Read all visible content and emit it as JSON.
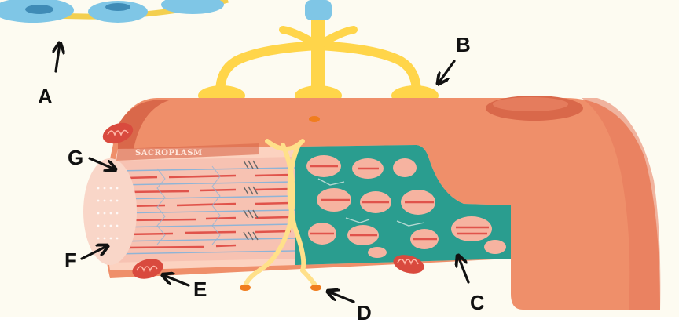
{
  "labels": {
    "a": "A",
    "b": "B",
    "c": "C",
    "d": "D",
    "e": "E",
    "f": "F",
    "g": "G"
  },
  "region_labels": {
    "sarcoplasm": "SACROPLASM"
  },
  "colors": {
    "background": "#fdfbf1",
    "muscle_fiber": "#ef8f6a",
    "muscle_fiber_dark": "#d9684a",
    "sarcolemma_edge": "#f7b59a",
    "myofibril": "#f4b7a6",
    "myofilament_red": "#e0534b",
    "myofilament_blue": "#8fb4d6",
    "sarcoplasmic_reticulum": "#2a9d8f",
    "nerve": "#ffd54a",
    "neuron_body": "#7fc6e6",
    "mitochondria": "#d94a3e",
    "arrow": "#111111"
  }
}
